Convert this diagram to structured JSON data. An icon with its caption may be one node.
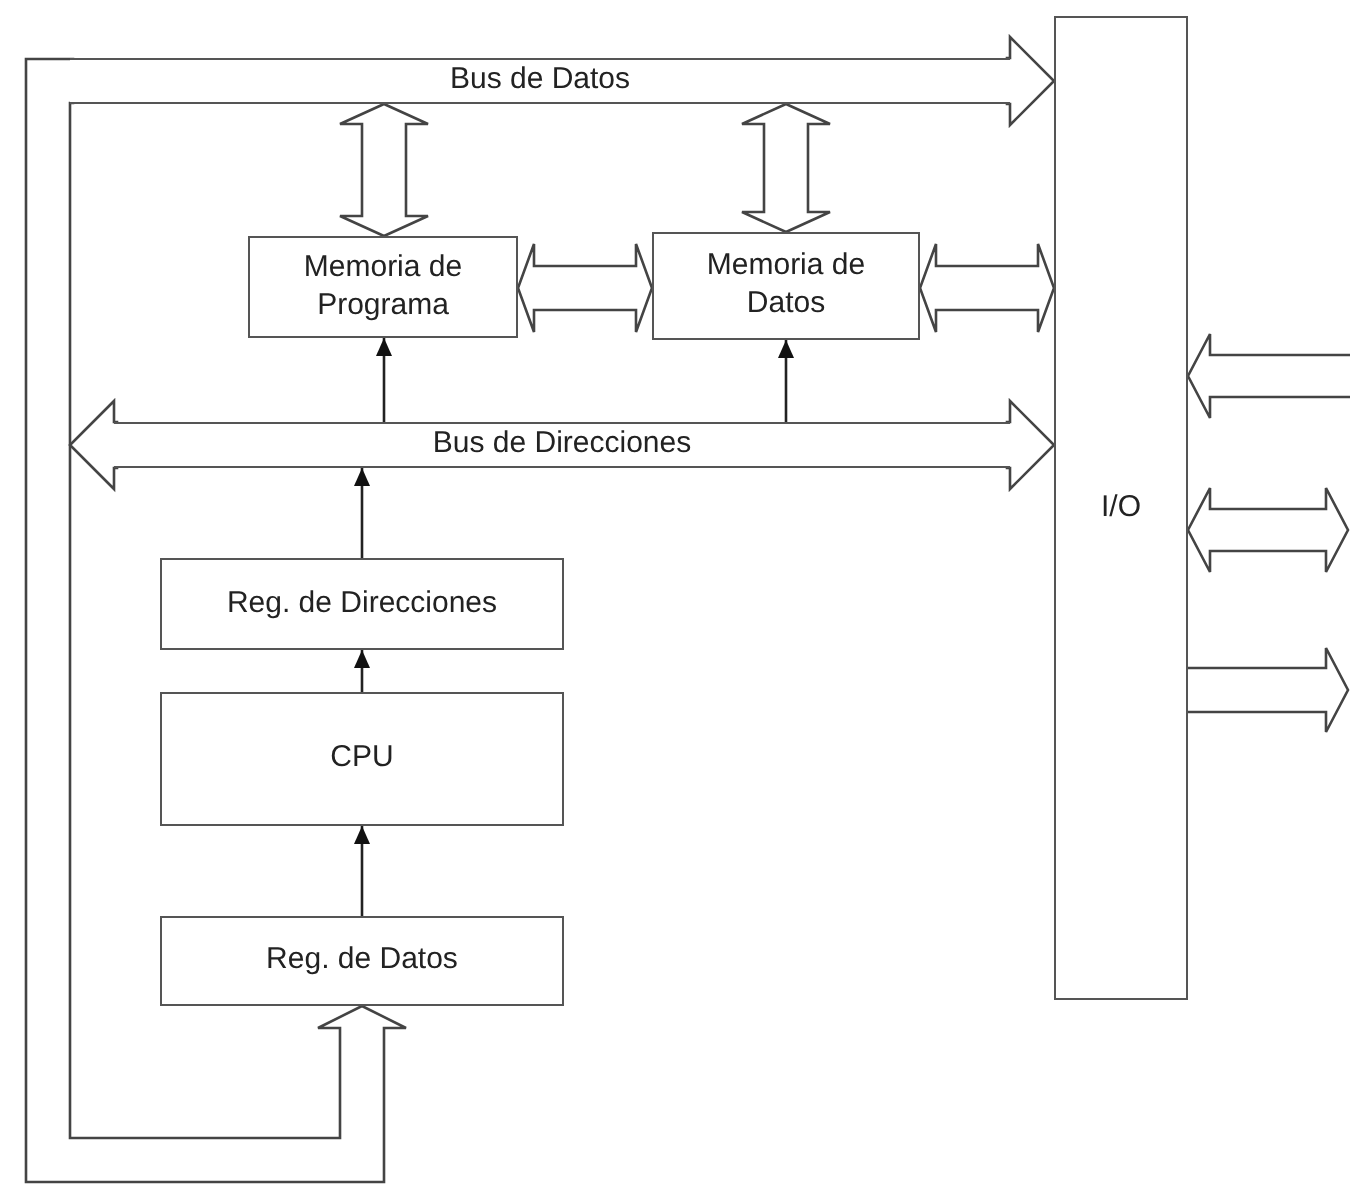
{
  "diagram": {
    "nodes": [
      {
        "text": [
          "Bus de Datos"
        ]
      },
      {
        "text": [
          "Memoria de Programa"
        ]
      },
      {
        "text": [
          "Memoria de Datos"
        ]
      },
      {
        "text": [
          "Bus de Direcciones"
        ]
      },
      {
        "text": [
          "I/O"
        ]
      },
      {
        "text": [
          "Reg. de Direcciones"
        ]
      },
      {
        "text": [
          "CPU"
        ]
      },
      {
        "text": [
          "Reg. de Datos"
        ]
      }
    ],
    "edges": [
      {
        "from": 0,
        "to": 4,
        "arrow": "to",
        "style": "thick"
      },
      {
        "from": 0,
        "to": 7,
        "arrow": "to",
        "style": "thick"
      },
      {
        "from": 0,
        "to": 1,
        "arrow": "both",
        "style": "thick"
      },
      {
        "from": 0,
        "to": 2,
        "arrow": "both",
        "style": "thick"
      },
      {
        "from": 1,
        "to": 2,
        "arrow": "both",
        "style": "thick"
      },
      {
        "from": 2,
        "to": 4,
        "arrow": "both",
        "style": "thick"
      },
      {
        "from": 3,
        "to": null,
        "arrow": "to",
        "style": "thick"
      },
      {
        "from": 3,
        "to": 4,
        "arrow": "to",
        "style": "thick"
      },
      {
        "from": 3,
        "to": 1,
        "arrow": "to"
      },
      {
        "from": 3,
        "to": 2,
        "arrow": "to"
      },
      {
        "from": 5,
        "to": 3,
        "arrow": "to"
      },
      {
        "from": 6,
        "to": 5,
        "arrow": "to"
      },
      {
        "from": 7,
        "to": 6,
        "arrow": "to"
      },
      {
        "from": null,
        "to": 4,
        "arrow": "to",
        "style": "thick"
      },
      {
        "from": 4,
        "to": null,
        "arrow": "both",
        "style": "thick"
      },
      {
        "from": 4,
        "to": null,
        "arrow": "to",
        "style": "thick"
      }
    ]
  }
}
